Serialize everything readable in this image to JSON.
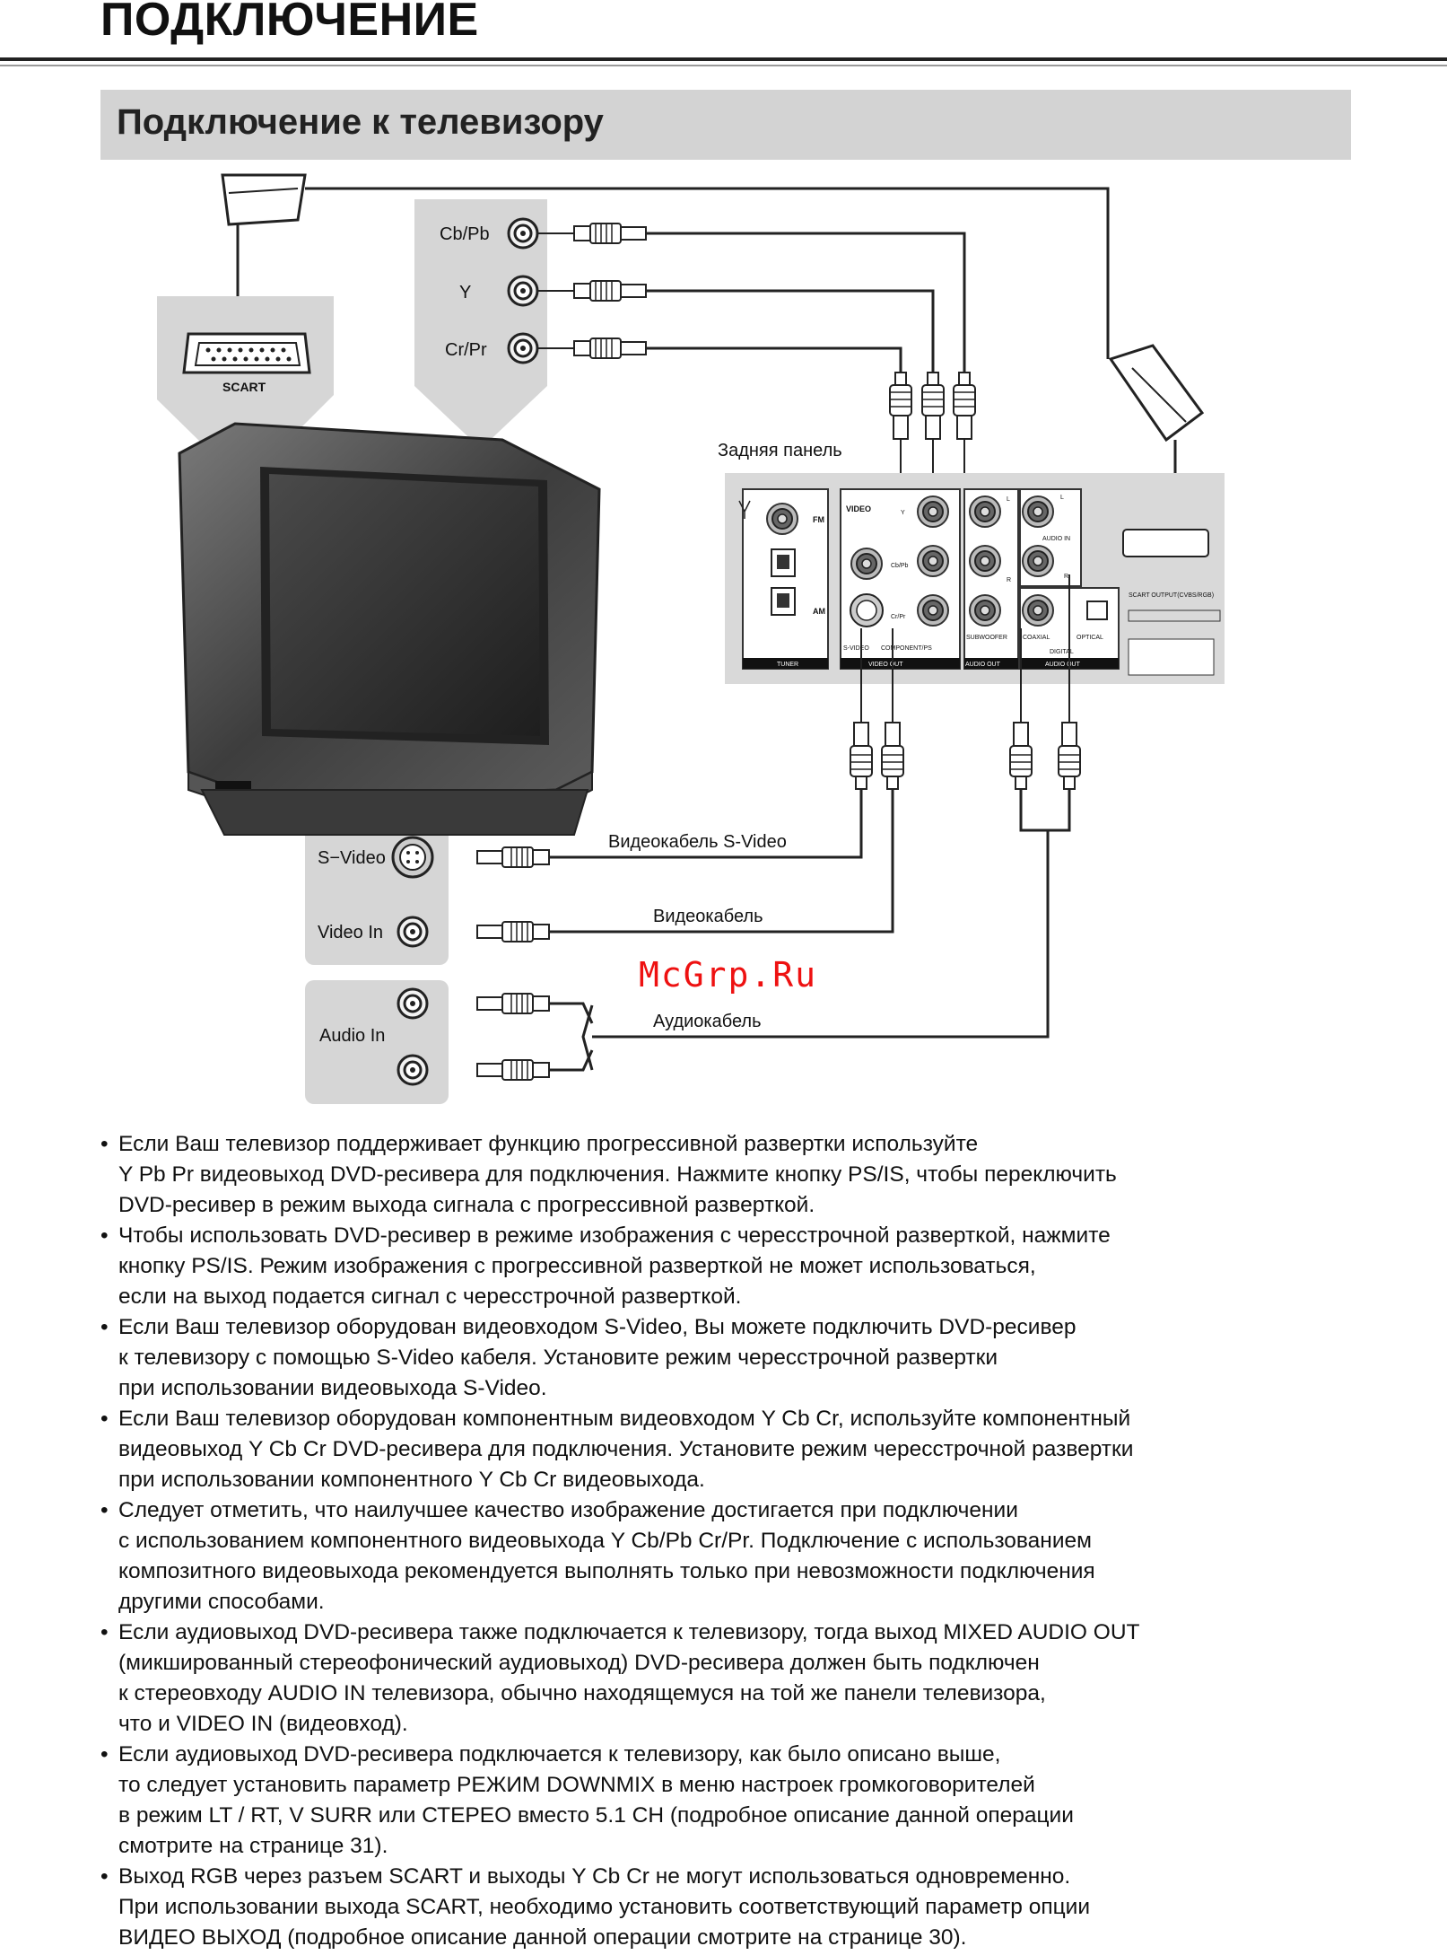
{
  "header": {
    "title": "ПОДКЛЮЧЕНИЕ"
  },
  "section": {
    "title": "Подключение к телевизору"
  },
  "diagram": {
    "tv_components": {
      "cb_pb": "Cb/Pb",
      "y": "Y",
      "cr_pr": "Cr/Pr"
    },
    "scart_label": "SCART",
    "rear_panel_label": "Задняя панель",
    "tv_video_inputs": {
      "s_video": "S−Video",
      "video_in": "Video In"
    },
    "tv_audio_inputs": {
      "audio_in": "Audio In"
    },
    "cables": {
      "s_video_cable": "Видеокабель S-Video",
      "video_cable": "Видеокабель",
      "audio_cable": "Аудиокабель"
    },
    "panel": {
      "fm": "FM",
      "am": "AM",
      "tuner": "TUNER",
      "video": "VIDEO",
      "y": "Y",
      "cb_pb": "Cb/Pb",
      "cr_pr": "Cr/Pr",
      "s_video": "S-VIDEO",
      "component_ps": "COMPONENT/PS",
      "video_out": "VIDEO OUT",
      "l": "L",
      "r": "R",
      "subwoofer": "SUBWOOFER",
      "audio_out": "AUDIO OUT",
      "audio_in": "AUDIO IN",
      "coaxial": "COAXIAL",
      "optical": "OPTICAL",
      "digital": "DIGITAL",
      "digital_audio_out": "AUDIO OUT",
      "scart_output": "SCART OUTPUT(CVBS/RGB)"
    }
  },
  "watermark": "McGrp.Ru",
  "notes": [
    [
      "Если Ваш телевизор поддерживает функцию прогрессивной развертки используйте",
      "Y Pb Pr видеовыход DVD-ресивера для подключения. Нажмите кнопку PS/IS, чтобы переключить",
      "DVD-ресивер в режим выхода сигнала с прогрессивной разверткой."
    ],
    [
      "Чтобы использовать DVD-ресивер в режиме изображения с чересстрочной разверткой, нажмите",
      "кнопку PS/IS. Режим изображения с прогрессивной разверткой не может использоваться,",
      "если на выход подается сигнал с чересстрочной разверткой."
    ],
    [
      "Если Ваш телевизор оборудован видеовходом S-Video, Вы можете подключить DVD-ресивер",
      "к телевизору с помощью S-Video кабеля. Установите режим чересстрочной развертки",
      "при использовании видеовыхода S-Video."
    ],
    [
      "Если Ваш телевизор оборудован компонентным видеовходом Y Cb Cr, используйте компонентный",
      "видеовыход Y Cb Cr DVD-ресивера для подключения. Установите режим чересстрочной развертки",
      "при использовании компонентного Y Cb Cr видеовыхода."
    ],
    [
      "Следует отметить, что наилучшее качество изображение достигается при подключении",
      "с использованием компонентного видеовыхода Y Cb/Pb Cr/Pr. Подключение с использованием",
      "композитного видеовыхода рекомендуется выполнять только при невозможности подключения",
      "другими способами."
    ],
    [
      "Если аудиовыход DVD-ресивера также подключается к телевизору, тогда выход MIXED AUDIO OUT",
      "(микшированный стереофонический аудиовыход) DVD-ресивера должен быть подключен",
      "к стереовходу AUDIO IN телевизора, обычно находящемуся на той же панели телевизора,",
      "что и VIDEO IN (видеовход)."
    ],
    [
      "Если аудиовыход DVD-ресивера подключается к телевизору, как было описано выше,",
      "то следует установить параметр РЕЖИМ DOWNMIX в меню настроек громкоговорителей",
      "в режим LT / RT, V SURR или СТЕРЕО вместо 5.1 CH (подробное описание данной операции",
      "смотрите на странице 31)."
    ],
    [
      "Выход RGB через разъем SCART и выходы Y Cb Cr не могут использоваться одновременно.",
      "При использовании выхода SCART, необходимо установить соответствующий параметр опции",
      "ВИДЕО ВЫХОД (подробное описание данной операции смотрите на странице 30)."
    ]
  ]
}
